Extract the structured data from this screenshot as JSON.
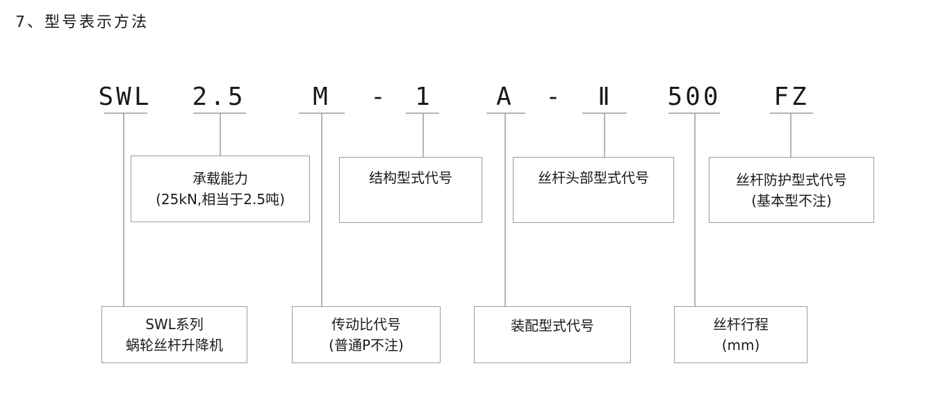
{
  "heading": "7、型号表示方法",
  "code": {
    "series": "SWL",
    "capacity": "2.5",
    "ratio": "M",
    "dash1": "-",
    "structure": "1",
    "assembly": "A",
    "dash2": "-",
    "screw_head": "Ⅱ",
    "stroke": "500",
    "protection": "FZ"
  },
  "boxes": {
    "capacity": {
      "line1": "承载能力",
      "line2": "(25kN,相当于2.5吨)"
    },
    "structure": {
      "line1": "结构型式代号"
    },
    "screw_head": {
      "line1": "丝杆头部型式代号"
    },
    "protection": {
      "line1": "丝杆防护型式代号",
      "line2": "(基本型不注)"
    },
    "series": {
      "line1": "SWL系列",
      "line2": "蜗轮丝杆升降机"
    },
    "ratio": {
      "line1": "传动比代号",
      "line2": "(普通P不注)"
    },
    "assembly": {
      "line1": "装配型式代号"
    },
    "stroke": {
      "line1": "丝杆行程",
      "line2": "(mm)"
    }
  }
}
